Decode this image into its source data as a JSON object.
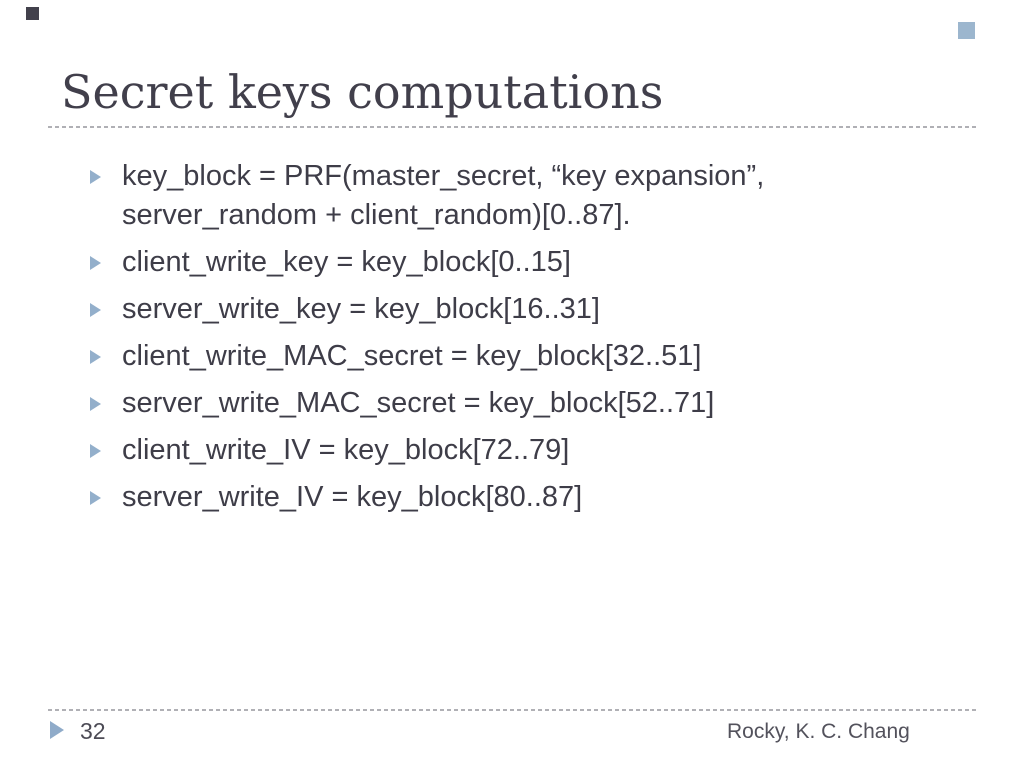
{
  "slide": {
    "title": "Secret keys computations",
    "bullets": [
      "key_block = PRF(master_secret, “key expansion”, server_random + client_random)[0..87].",
      "client_write_key = key_block[0..15]",
      "server_write_key = key_block[16..31]",
      "client_write_MAC_secret = key_block[32..51]",
      "server_write_MAC_secret = key_block[52..71]",
      "client_write_IV = key_block[72..79]",
      "server_write_IV = key_block[80..87]"
    ],
    "footer": {
      "page_number": "32",
      "author": "Rocky, K. C. Chang"
    },
    "colors": {
      "title_text": "#413f4b",
      "body_text": "#3e3d48",
      "accent_blue": "#93afcb",
      "accent_dark": "#42414c",
      "divider_gray": "#b0b0b5",
      "footer_text": "#53525c"
    },
    "icons": {
      "bullet": "triangle-right-icon",
      "footer_marker": "triangle-right-icon"
    }
  }
}
